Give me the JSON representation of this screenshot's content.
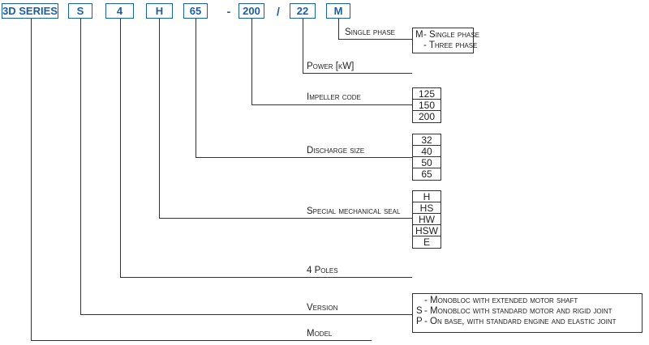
{
  "code": {
    "series": "3D SERIES",
    "version": "S",
    "poles": "4",
    "seal": "H",
    "discharge": "65",
    "dash": "-",
    "impeller": "200",
    "slash": "/",
    "power": "22",
    "phase": "M"
  },
  "labels": {
    "single_phase": "Single phase",
    "power": "Power [kW]",
    "impeller": "Impeller code",
    "discharge": "Discharge size",
    "seal": "Special mechanical seal",
    "poles": "4 Poles",
    "version": "Version",
    "model": "Model"
  },
  "phase_options": [
    {
      "letter": "M",
      "desc": "- Single phase"
    },
    {
      "letter": "",
      "desc": "- Three phase"
    }
  ],
  "impeller_options": [
    "125",
    "150",
    "200"
  ],
  "discharge_options": [
    "32",
    "40",
    "50",
    "65"
  ],
  "seal_options": [
    "H",
    "HS",
    "HW",
    "HSW",
    "E"
  ],
  "version_options": [
    {
      "letter": "",
      "desc": "- Monobloc with extended motor shaft"
    },
    {
      "letter": "S",
      "desc": "- Monobloc with standard motor and rigid joint"
    },
    {
      "letter": "P",
      "desc": "- On base, with standard engine and elastic joint"
    }
  ],
  "colors": {
    "accent": "#1a5ea8",
    "line": "#333333"
  }
}
